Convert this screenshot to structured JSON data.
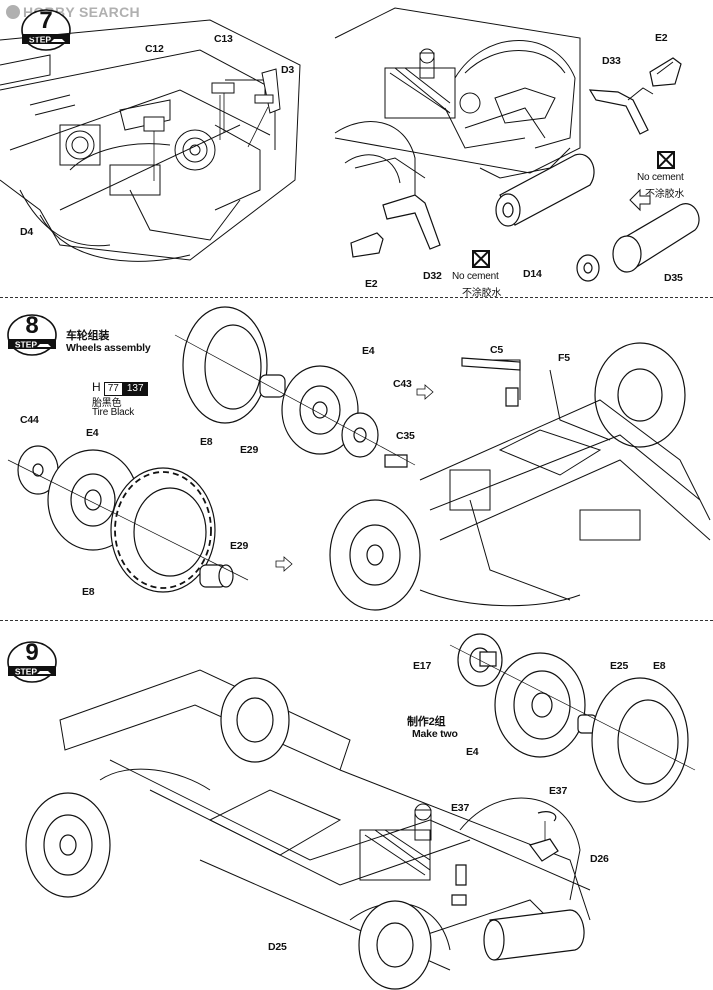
{
  "watermark": "HOBBY SEARCH",
  "steps": {
    "step7": {
      "word": "STEP",
      "number": "7"
    },
    "step8": {
      "word": "STEP",
      "number": "8",
      "title_cn": "车轮组装",
      "title_en": "Wheels assembly"
    },
    "step9": {
      "word": "STEP",
      "number": "9"
    }
  },
  "paint": {
    "prefix": "H",
    "code1": "77",
    "code2": "137",
    "name_cn": "胎黑色",
    "name_en": "Tire Black"
  },
  "notes": {
    "no_cement_en": "No cement",
    "no_cement_cn": "不涂胶水",
    "make_two_cn": "制作2组",
    "make_two_en": "Make two"
  },
  "labels": {
    "s7": {
      "C12": "C12",
      "C13": "C13",
      "D3": "D3",
      "D4": "D4",
      "E2a": "E2",
      "D33": "D33",
      "E2b": "E2",
      "D32": "D32",
      "D14": "D14",
      "D35": "D35"
    },
    "s8": {
      "C44": "C44",
      "E4a": "E4",
      "E8a": "E8",
      "E29a": "E29",
      "E8b": "E8",
      "E4b": "E4",
      "E29b": "E29",
      "C43": "C43",
      "C35": "C35",
      "C5": "C5",
      "F5": "F5"
    },
    "s9": {
      "E17": "E17",
      "E25": "E25",
      "E8": "E8",
      "E4": "E4",
      "E37a": "E37",
      "E37b": "E37",
      "D26": "D26",
      "D25": "D25"
    }
  }
}
